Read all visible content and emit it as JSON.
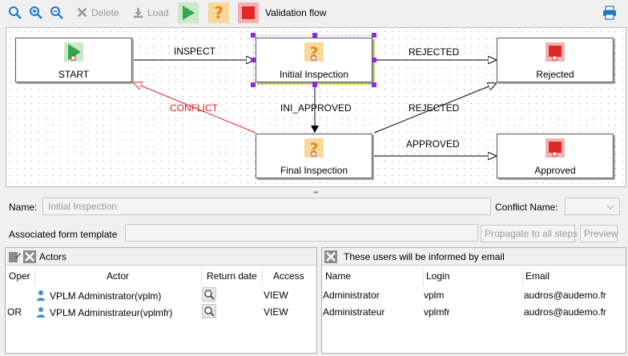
{
  "toolbar": {
    "delete_label": "Delete",
    "load_label": "Load",
    "title": "Validation flow",
    "icons": [
      "zoom-icon",
      "zoom-in-icon",
      "zoom-out-icon",
      "delete-icon",
      "load-icon",
      "start-step-icon",
      "question-step-icon",
      "stop-step-icon",
      "print-icon"
    ]
  },
  "diagram": {
    "nodes": {
      "start": "START",
      "initial": "Initial Inspection",
      "rejected": "Rejected",
      "final": "Final Inspection",
      "approved": "Approved"
    },
    "edges": {
      "inspect": "INSPECT",
      "rejected1": "REJECTED",
      "ini_approved": "INI_APPROVED",
      "conflict": "CONFLICT",
      "rejected2": "REJECTED",
      "approved": "APPROVED"
    },
    "colors": {
      "start_green": "#2ea84a",
      "question_orange": "#f2a533",
      "stop_red": "#e5252a",
      "conflict_red": "#e02020",
      "selection_purple": "#8a2be2"
    }
  },
  "form": {
    "name_label": "Name:",
    "name_value": "Initial Inspection",
    "conflict_label": "Conflict Name:",
    "conflict_value": "",
    "template_label": "Associated form template",
    "template_value": "",
    "propagate_button": "Propagate to all steps",
    "preview_button": "Preview"
  },
  "actors": {
    "title": "Actors",
    "columns": [
      "Oper",
      "Actor",
      "Return date",
      "Access"
    ],
    "rows": [
      {
        "oper": "",
        "actor": "VPLM Administrator(vplm)",
        "access": "VIEW"
      },
      {
        "oper": "OR",
        "actor": "VPLM Administrateur(vplmfr)",
        "access": "VIEW"
      }
    ]
  },
  "emails": {
    "title": "These users will be informed by email",
    "columns": [
      "Name",
      "Login",
      "Email"
    ],
    "rows": [
      {
        "name": "Administrator",
        "login": "vplm",
        "email": "audros@audemo.fr"
      },
      {
        "name": "Administrateur",
        "login": "vplmfr",
        "email": "audros@audemo.fr"
      }
    ]
  }
}
